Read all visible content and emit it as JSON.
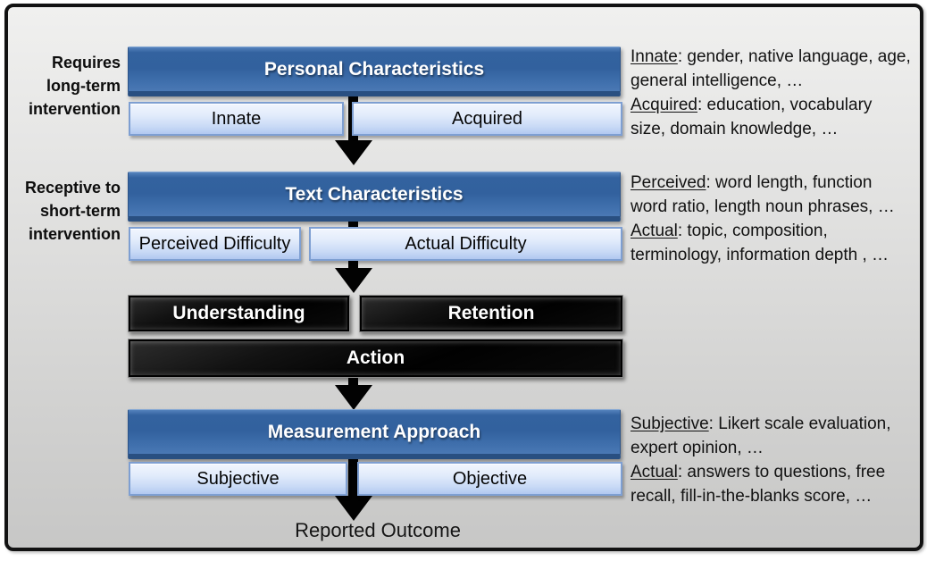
{
  "left_labels": [
    {
      "text": "Requires\nlong-term\nintervention"
    },
    {
      "text": "Receptive to\nshort-term\nintervention"
    }
  ],
  "flow": {
    "sections": [
      {
        "header": "Personal Characteristics",
        "sub_left": "Innate",
        "sub_right": "Acquired"
      },
      {
        "header": "Text Characteristics",
        "sub_left": "Perceived Difficulty",
        "sub_right": "Actual Difficulty"
      },
      {
        "header": "Measurement Approach",
        "sub_left": "Subjective",
        "sub_right": "Objective"
      }
    ],
    "process_boxes": {
      "left": "Understanding",
      "right": "Retention",
      "full": "Action"
    },
    "outcome_label": "Reported Outcome"
  },
  "right_notes": [
    {
      "entries": [
        {
          "term": "Innate",
          "text": ": gender, native language, age, general intelligence, …"
        },
        {
          "term": "Acquired",
          "text": ": education, vocabulary size, domain knowledge,  …"
        }
      ]
    },
    {
      "entries": [
        {
          "term": "Perceived",
          "text": ": word length, function word ratio, length noun phrases, …"
        },
        {
          "term": "Actual",
          "text": ": topic, composition, terminology, information depth , …"
        }
      ]
    },
    {
      "entries": [
        {
          "term": "Subjective",
          "text": ": Likert scale evaluation, expert opinion, …"
        },
        {
          "term": "Actual",
          "text": ": answers to questions, free recall, fill-in-the-blanks score,  …"
        }
      ]
    }
  ],
  "colors": {
    "header_blue": "#33629f",
    "subbox_blue_light": "#e8f0fc",
    "subbox_blue_dark": "#b1c8f0",
    "process_black": "#0a0a0a",
    "arrow_black": "#020202",
    "frame_background": "#d9d9d9",
    "frame_border": "#121212"
  }
}
